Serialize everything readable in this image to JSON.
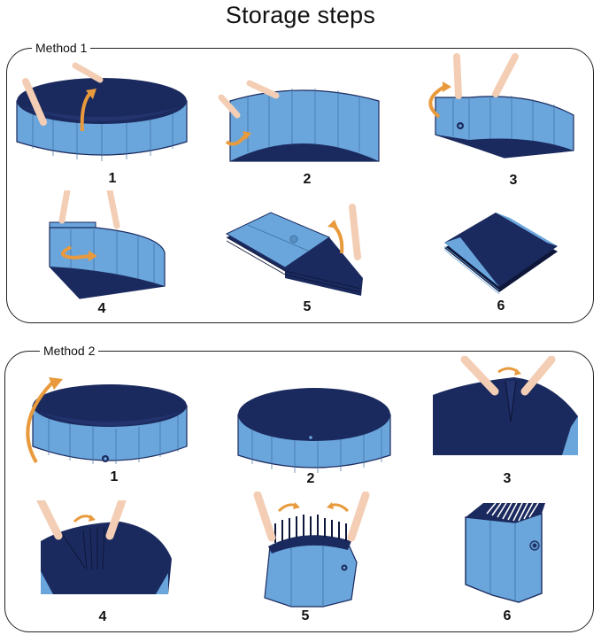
{
  "title": "Storage steps",
  "colors": {
    "pool_outer": "#6aa6dc",
    "pool_inner": "#1b2a5e",
    "arrow": "#e89a3c",
    "skin": "#f3cdb4",
    "border": "#222222"
  },
  "methods": [
    {
      "label": "Method 1",
      "steps": [
        {
          "number": "1",
          "description": "Open round pool, hands lifting edge, arrow curving upward"
        },
        {
          "number": "2",
          "description": "Pool edge pushed down, wall folding inward, arrow curving"
        },
        {
          "number": "3",
          "description": "Wall folded onto itself, hands holding end, arrow curving back"
        },
        {
          "number": "4",
          "description": "Folded wall stack, arrow curving around"
        },
        {
          "number": "5",
          "description": "Flattened stack, hand folding remaining section up"
        },
        {
          "number": "6",
          "description": "Completely folded flat square stack"
        }
      ]
    },
    {
      "label": "Method 2",
      "steps": [
        {
          "number": "1",
          "description": "Open round pool with drain, arrow curving up"
        },
        {
          "number": "2",
          "description": "Pool viewed with closed top surface"
        },
        {
          "number": "3",
          "description": "Hands pinching the top to form pleats"
        },
        {
          "number": "4",
          "description": "Hands gathering pleats across top"
        },
        {
          "number": "5",
          "description": "Pleats bunched upward, arrows pointing inward"
        },
        {
          "number": "6",
          "description": "Compact upright folded box with pleated top"
        }
      ]
    }
  ]
}
